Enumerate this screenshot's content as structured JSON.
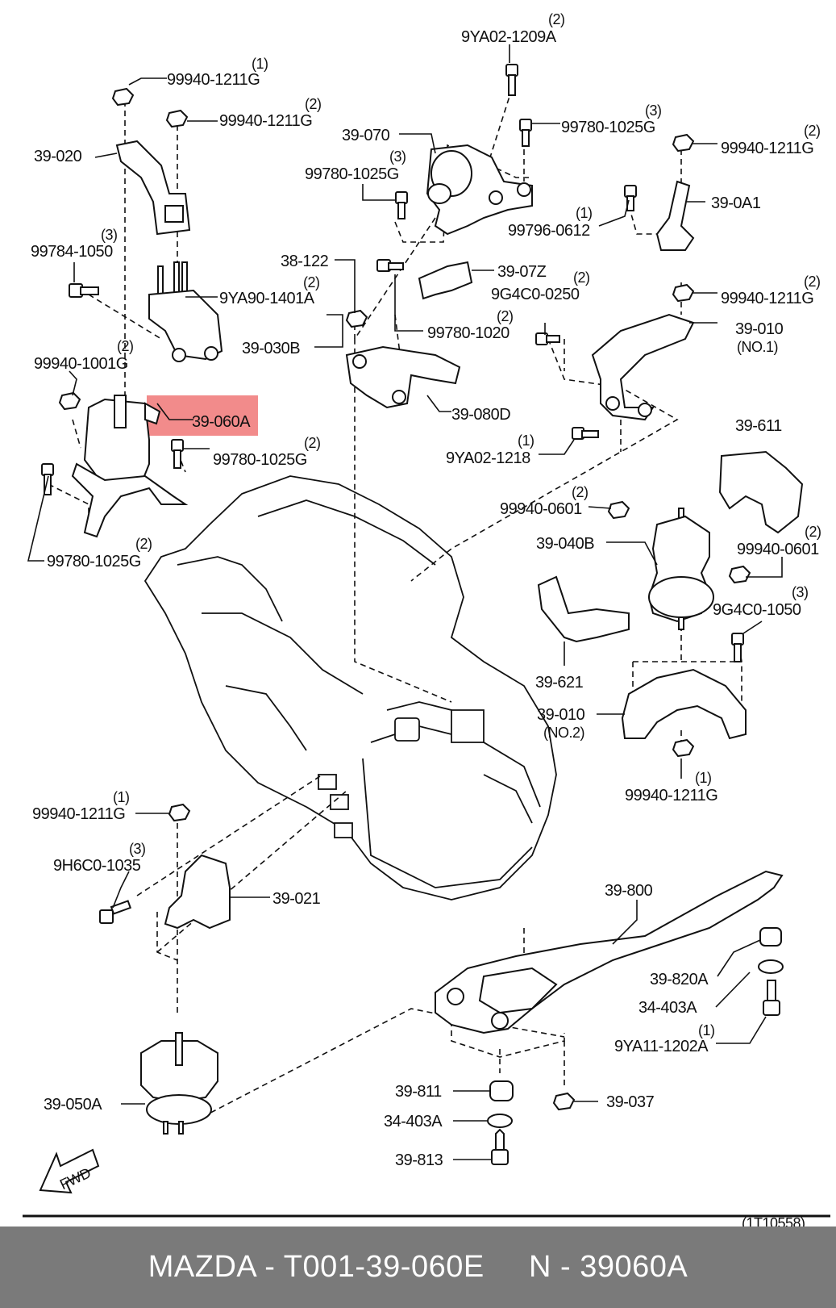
{
  "highlight_color": "#f28b8b",
  "diagram_code": "(1T10558)",
  "footer": {
    "text": "MAZDA - T001-39-060E     N - 39060A"
  },
  "labels": [
    {
      "code": "9YA02-1209A",
      "qty": "(2)"
    },
    {
      "code": "99940-1211G",
      "qty": "(1)"
    },
    {
      "code": "99940-1211G",
      "qty": "(2)"
    },
    {
      "code": "39-070",
      "qty": ""
    },
    {
      "code": "99780-1025G",
      "qty": "(3)"
    },
    {
      "code": "99780-1025G",
      "qty": "(3)"
    },
    {
      "code": "99940-1211G",
      "qty": "(2)"
    },
    {
      "code": "39-020",
      "qty": ""
    },
    {
      "code": "39-0A1",
      "qty": ""
    },
    {
      "code": "99784-1050",
      "qty": "(3)"
    },
    {
      "code": "99796-0612",
      "qty": "(1)"
    },
    {
      "code": "38-122",
      "qty": ""
    },
    {
      "code": "39-07Z",
      "qty": ""
    },
    {
      "code": "9YA90-1401A",
      "qty": "(2)"
    },
    {
      "code": "9G4C0-0250",
      "qty": "(2)"
    },
    {
      "code": "99940-1211G",
      "qty": "(2)"
    },
    {
      "code": "99780-1020",
      "qty": "(2)"
    },
    {
      "code": "39-010",
      "qty": ""
    },
    {
      "code": "(NO.1)",
      "qty": ""
    },
    {
      "code": "39-030B",
      "qty": ""
    },
    {
      "code": "99940-1001G",
      "qty": "(2)"
    },
    {
      "code": "39-080D",
      "qty": ""
    },
    {
      "code": "39-060A",
      "qty": ""
    },
    {
      "code": "39-611",
      "qty": ""
    },
    {
      "code": "99780-1025G",
      "qty": "(2)"
    },
    {
      "code": "9YA02-1218",
      "qty": "(1)"
    },
    {
      "code": "99940-0601",
      "qty": "(2)"
    },
    {
      "code": "39-040B",
      "qty": ""
    },
    {
      "code": "99940-0601",
      "qty": "(2)"
    },
    {
      "code": "99780-1025G",
      "qty": "(2)"
    },
    {
      "code": "9G4C0-1050",
      "qty": "(3)"
    },
    {
      "code": "39-621",
      "qty": ""
    },
    {
      "code": "39-010",
      "qty": ""
    },
    {
      "code": "(NO.2)",
      "qty": ""
    },
    {
      "code": "99940-1211G",
      "qty": "(1)"
    },
    {
      "code": "99940-1211G",
      "qty": "(1)"
    },
    {
      "code": "9H6C0-1035",
      "qty": "(3)"
    },
    {
      "code": "39-021",
      "qty": ""
    },
    {
      "code": "39-800",
      "qty": ""
    },
    {
      "code": "39-820A",
      "qty": ""
    },
    {
      "code": "34-403A",
      "qty": ""
    },
    {
      "code": "9YA11-1202A",
      "qty": "(1)"
    },
    {
      "code": "39-050A",
      "qty": ""
    },
    {
      "code": "39-811",
      "qty": ""
    },
    {
      "code": "39-037",
      "qty": ""
    },
    {
      "code": "34-403A",
      "qty": ""
    },
    {
      "code": "39-813",
      "qty": ""
    },
    {
      "code": "FWD",
      "qty": ""
    }
  ]
}
